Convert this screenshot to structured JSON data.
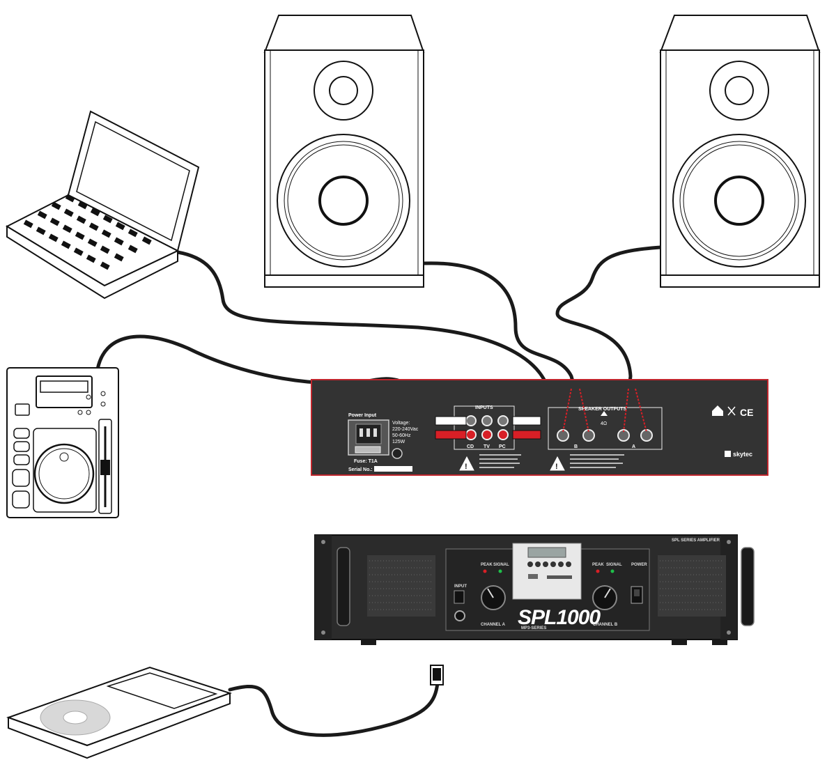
{
  "rear_panel": {
    "power_input": "Power Input",
    "voltage_lines": [
      "Voltage:",
      "220-240Vac",
      "50-60Hz",
      "125W"
    ],
    "fuse": "Fuse: T1A",
    "serial": "Serial No.:",
    "inputs_title": "INPUTS",
    "input_labels": [
      "CD",
      "TV",
      "PC"
    ],
    "speaker_outputs_title": "SPEAKER OUTPUTS",
    "speaker_impedance": "4Ω",
    "channel_marks": [
      "B",
      "A"
    ],
    "brand": "skytec",
    "ce_mark": "CE"
  },
  "front_panel": {
    "top_label": "SPL SERIES AMPLIFIER",
    "model": "SPL1000",
    "series": "MP3-SERIES",
    "channel_a": "CHANNEL A",
    "channel_b": "CHANNEL B",
    "peak": "PEAK",
    "signal": "SIGNAL",
    "power": "POWER",
    "input": "INPUT"
  },
  "colors": {
    "cable": "#1a1a1a",
    "rear_panel": "#333333",
    "panel_border": "#c0262d",
    "rca_red": "#d81f26",
    "amp_body": "#2b2b2b",
    "outline": "#111111"
  }
}
